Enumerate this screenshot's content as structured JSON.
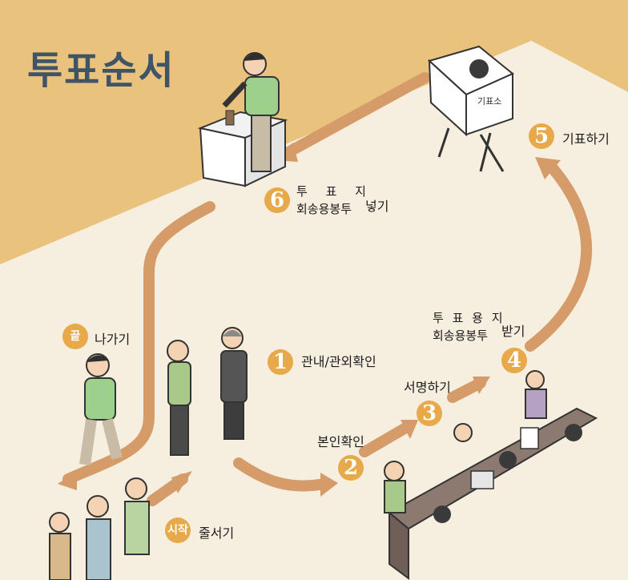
{
  "title": "투표순서",
  "steps": {
    "start": {
      "badge": "시작",
      "label": "줄서기"
    },
    "s1": {
      "badge": "1",
      "label": "관내/관외확인"
    },
    "s2": {
      "badge": "2",
      "label": "본인확인"
    },
    "s3": {
      "badge": "3",
      "label": "서명하기"
    },
    "s4": {
      "badge": "4",
      "line1": "투 표 용 지",
      "line2": "회송용봉투",
      "suffix": "받기"
    },
    "s5": {
      "badge": "5",
      "label": "기표하기"
    },
    "s6": {
      "badge": "6",
      "line1": "투 표 지",
      "line2": "회송용봉투",
      "suffix": "넣기"
    },
    "end": {
      "badge": "끝",
      "label": "나가기"
    }
  },
  "booth_sign": "기표소",
  "colors": {
    "background_light": "#f6eedf",
    "background_dark": "#e9c27e",
    "arrow": "#d59b68",
    "badge": "#e8a94a",
    "title": "#3f5466"
  }
}
